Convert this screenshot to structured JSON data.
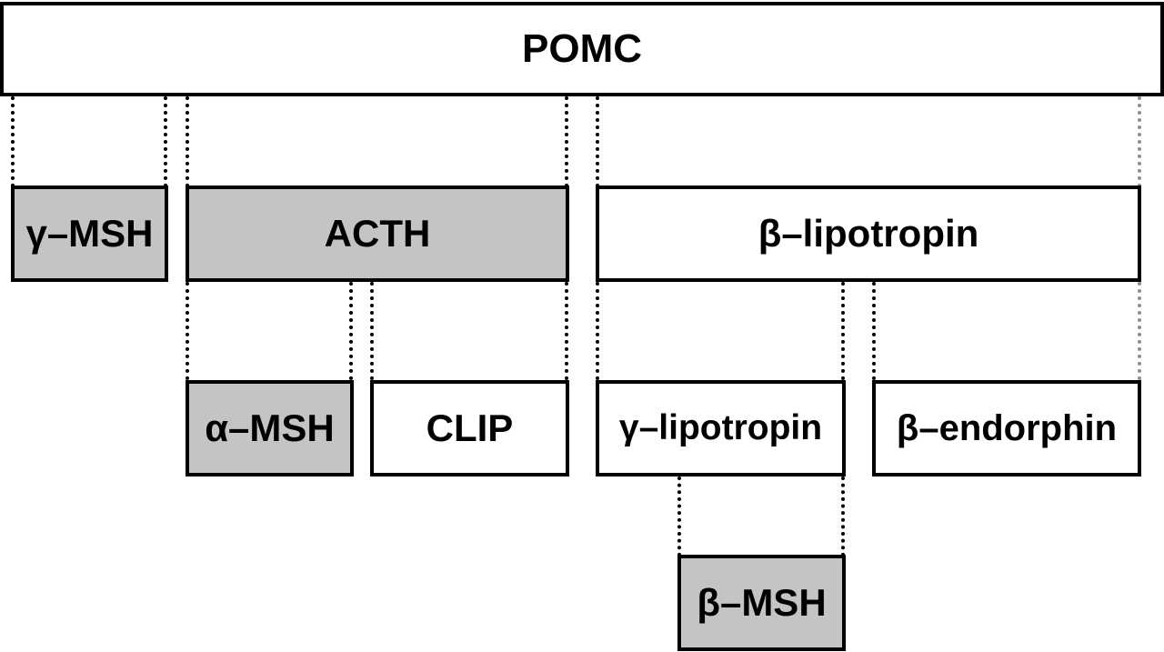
{
  "diagram": {
    "nodes": {
      "pomc": {
        "label": "POMC",
        "fill": "#ffffff"
      },
      "gamma_msh": {
        "label": "γ–MSH",
        "fill": "#c4c4c4"
      },
      "acth": {
        "label": "ACTH",
        "fill": "#c4c4c4"
      },
      "beta_lipotropin": {
        "label": "β–lipotropin",
        "fill": "#ffffff"
      },
      "alpha_msh": {
        "label": "α–MSH",
        "fill": "#c4c4c4"
      },
      "clip": {
        "label": "CLIP",
        "fill": "#ffffff"
      },
      "gamma_lipotropin": {
        "label": "γ–lipotropin",
        "fill": "#ffffff"
      },
      "beta_endorphin": {
        "label": "β–endorphin",
        "fill": "#ffffff"
      },
      "beta_msh": {
        "label": "β–MSH",
        "fill": "#c4c4c4"
      }
    },
    "hierarchy": [
      {
        "parent": "POMC",
        "children": [
          "γ–MSH",
          "ACTH",
          "β–lipotropin"
        ]
      },
      {
        "parent": "ACTH",
        "children": [
          "α–MSH",
          "CLIP"
        ]
      },
      {
        "parent": "β–lipotropin",
        "children": [
          "γ–lipotropin",
          "β–endorphin"
        ]
      },
      {
        "parent": "γ–lipotropin",
        "children": [
          "β–MSH"
        ]
      }
    ],
    "colors": {
      "border": "#000000",
      "shaded_fill": "#c4c4c4",
      "unshaded_fill": "#ffffff",
      "faint_connector": "#8c8c8c"
    }
  }
}
